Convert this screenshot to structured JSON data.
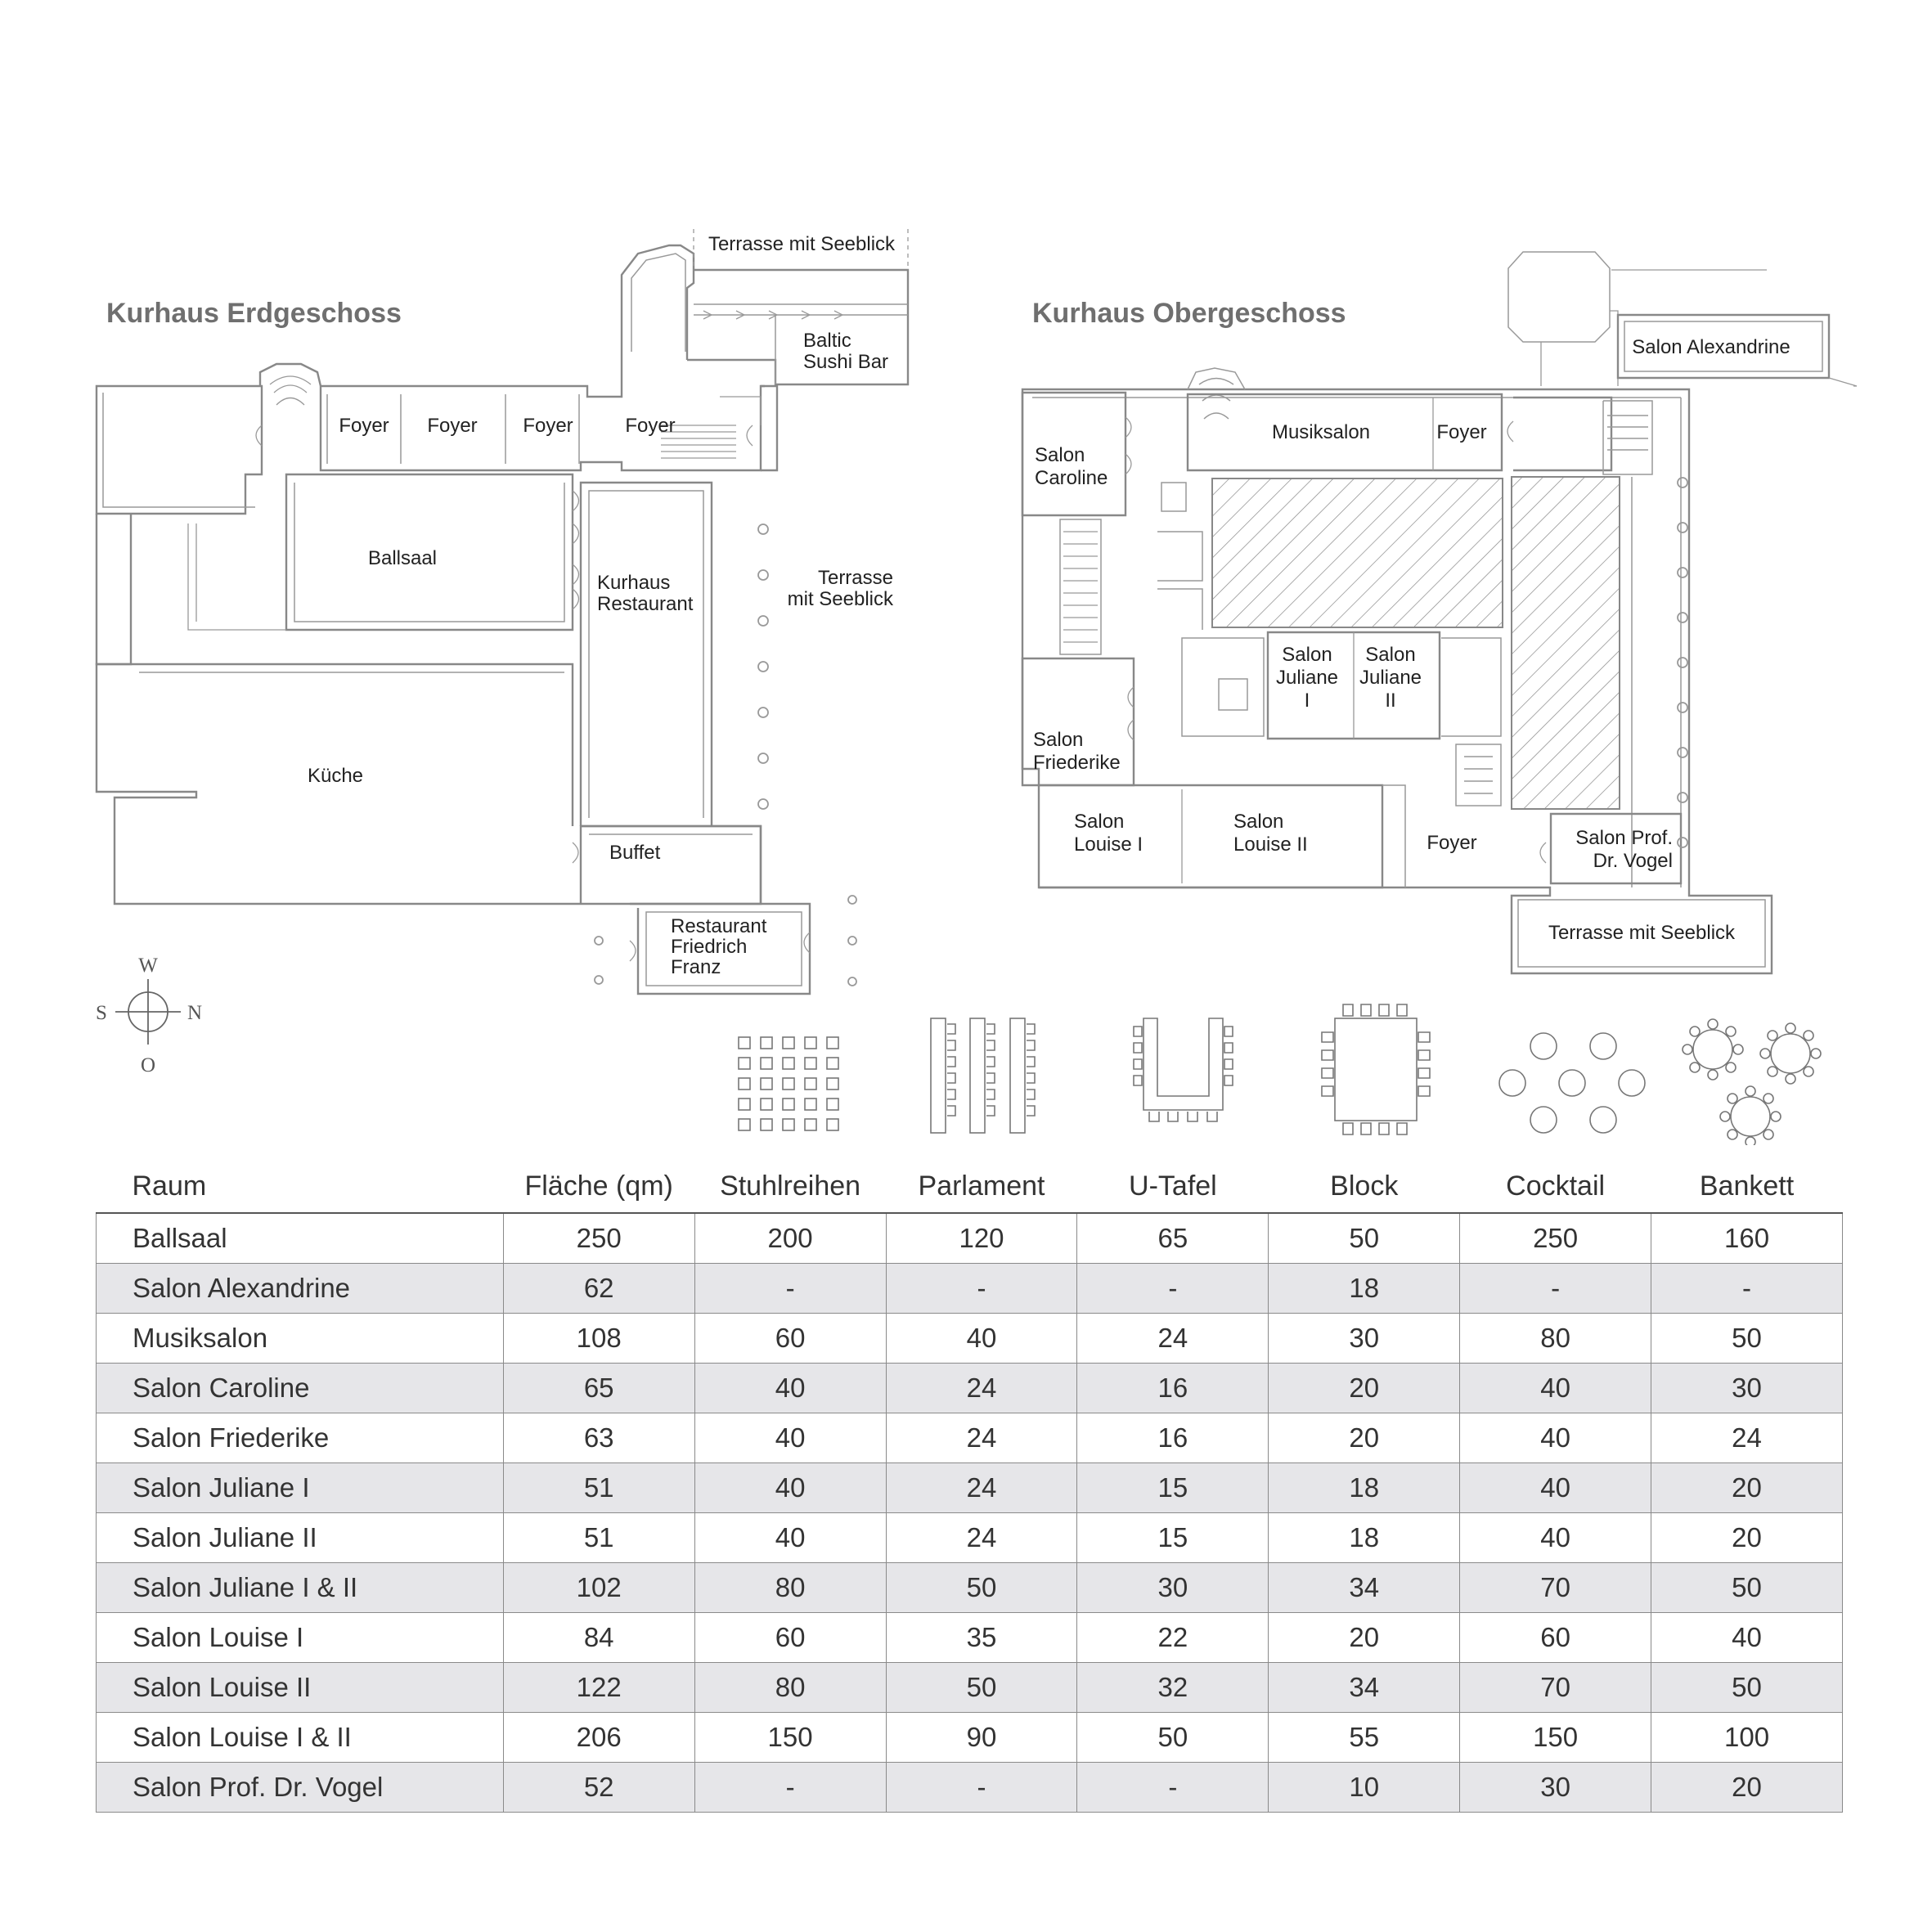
{
  "plans": {
    "ground": {
      "title": "Kurhaus Erdgeschoss",
      "rooms": {
        "terrasse_top": "Terrasse mit Seeblick",
        "baltic_1": "Baltic",
        "baltic_2": "Sushi Bar",
        "foyer_1": "Foyer",
        "foyer_2": "Foyer",
        "foyer_3": "Foyer",
        "foyer_4": "Foyer",
        "ballsaal": "Ballsaal",
        "restaurant_1": "Kurhaus",
        "restaurant_2": "Restaurant",
        "terrasse_side_1": "Terrasse",
        "terrasse_side_2": "mit Seeblick",
        "kueche": "Küche",
        "buffet": "Buffet",
        "ff_1": "Restaurant",
        "ff_2": "Friedrich",
        "ff_3": "Franz"
      }
    },
    "upper": {
      "title": "Kurhaus Obergeschoss",
      "rooms": {
        "alexandrine": "Salon Alexandrine",
        "caroline_1": "Salon",
        "caroline_2": "Caroline",
        "musiksalon": "Musiksalon",
        "foyer_top": "Foyer",
        "juliane1_1": "Salon",
        "juliane1_2": "Juliane",
        "juliane1_3": "I",
        "juliane2_1": "Salon",
        "juliane2_2": "Juliane",
        "juliane2_3": "II",
        "friederike_1": "Salon",
        "friederike_2": "Friederike",
        "louise1_1": "Salon",
        "louise1_2": "Louise I",
        "louise2_1": "Salon",
        "louise2_2": "Louise II",
        "foyer_bottom": "Foyer",
        "vogel_1": "Salon Prof.",
        "vogel_2": "Dr. Vogel",
        "terrasse": "Terrasse mit Seeblick"
      }
    }
  },
  "compass": {
    "north": "N",
    "south": "S",
    "west": "W",
    "east": "O"
  },
  "layout_icons": [
    "rows-seating-icon",
    "parliament-seating-icon",
    "u-table-icon",
    "block-table-icon",
    "cocktail-tables-icon",
    "banquet-tables-icon"
  ],
  "table": {
    "headers": [
      "Raum",
      "Fläche (qm)",
      "Stuhlreihen",
      "Parlament",
      "U-Tafel",
      "Block",
      "Cocktail",
      "Bankett"
    ],
    "rows": [
      [
        "Ballsaal",
        "250",
        "200",
        "120",
        "65",
        "50",
        "250",
        "160"
      ],
      [
        "Salon Alexandrine",
        "62",
        "-",
        "-",
        "-",
        "18",
        "-",
        "-"
      ],
      [
        "Musiksalon",
        "108",
        "60",
        "40",
        "24",
        "30",
        "80",
        "50"
      ],
      [
        "Salon Caroline",
        "65",
        "40",
        "24",
        "16",
        "20",
        "40",
        "30"
      ],
      [
        "Salon Friederike",
        "63",
        "40",
        "24",
        "16",
        "20",
        "40",
        "24"
      ],
      [
        "Salon Juliane I",
        "51",
        "40",
        "24",
        "15",
        "18",
        "40",
        "20"
      ],
      [
        "Salon Juliane II",
        "51",
        "40",
        "24",
        "15",
        "18",
        "40",
        "20"
      ],
      [
        "Salon Juliane I & II",
        "102",
        "80",
        "50",
        "30",
        "34",
        "70",
        "50"
      ],
      [
        "Salon Louise I",
        "84",
        "60",
        "35",
        "22",
        "20",
        "60",
        "40"
      ],
      [
        "Salon Louise II",
        "122",
        "80",
        "50",
        "32",
        "34",
        "70",
        "50"
      ],
      [
        "Salon Louise I & II",
        "206",
        "150",
        "90",
        "50",
        "55",
        "150",
        "100"
      ],
      [
        "Salon Prof. Dr. Vogel",
        "52",
        "-",
        "-",
        "-",
        "10",
        "30",
        "20"
      ]
    ]
  }
}
